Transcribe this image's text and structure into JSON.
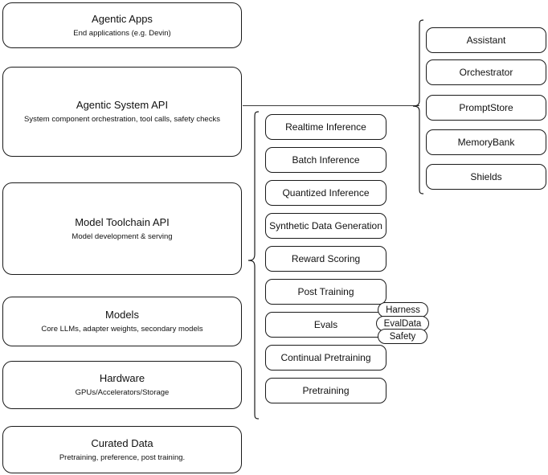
{
  "diagram": {
    "type": "layered-architecture-stack",
    "layers": [
      {
        "title": "Agentic Apps",
        "subtitle": "End applications (e.g. Devin)"
      },
      {
        "title": "Agentic System API",
        "subtitle": "System component orchestration, tool calls, safety checks"
      },
      {
        "title": "Model Toolchain API",
        "subtitle": "Model development & serving"
      },
      {
        "title": "Models",
        "subtitle": "Core LLMs, adapter weights, secondary models"
      },
      {
        "title": "Hardware",
        "subtitle": "GPUs/Accelerators/Storage"
      },
      {
        "title": "Curated Data",
        "subtitle": "Pretraining, preference, post training."
      }
    ],
    "toolchain_items": [
      {
        "label": "Realtime Inference"
      },
      {
        "label": "Batch Inference"
      },
      {
        "label": "Quantized Inference"
      },
      {
        "label": "Synthetic Data Generation"
      },
      {
        "label": "Reward Scoring"
      },
      {
        "label": "Post Training"
      },
      {
        "label": "Evals"
      },
      {
        "label": "Continual Pretraining"
      },
      {
        "label": "Pretraining"
      }
    ],
    "evals_tags": [
      {
        "label": "Harness"
      },
      {
        "label": "EvalData"
      },
      {
        "label": "Safety"
      }
    ],
    "system_items": [
      {
        "label": "Assistant"
      },
      {
        "label": "Orchestrator"
      },
      {
        "label": "PromptStore"
      },
      {
        "label": "MemoryBank"
      },
      {
        "label": "Shields"
      }
    ],
    "colors": {
      "stroke": "#1a1a1a",
      "text": "#111111",
      "background": "#ffffff",
      "connector": "#3a3a3a"
    }
  }
}
